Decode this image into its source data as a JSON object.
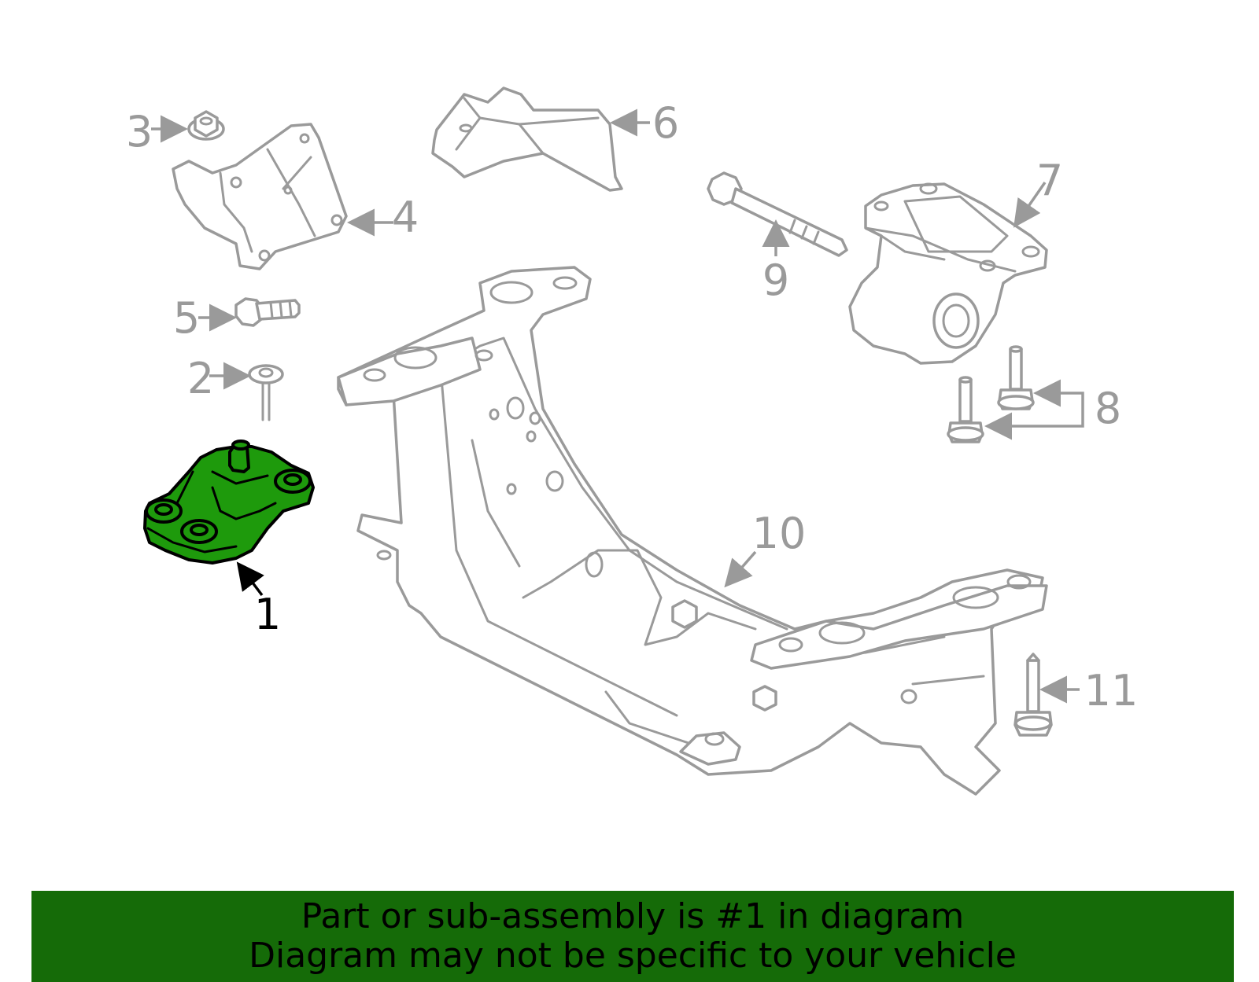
{
  "diagram": {
    "highlighted_part": "1",
    "highlight_color": "#1e9a0c",
    "part_color": "#9a9a9a",
    "callouts": [
      "1",
      "2",
      "3",
      "4",
      "5",
      "6",
      "7",
      "8",
      "9",
      "10",
      "11"
    ]
  },
  "banner": {
    "line1": "Part or sub-assembly is #1 in diagram",
    "line2": "Diagram may not be specific to your vehicle",
    "background": "#156b08"
  }
}
